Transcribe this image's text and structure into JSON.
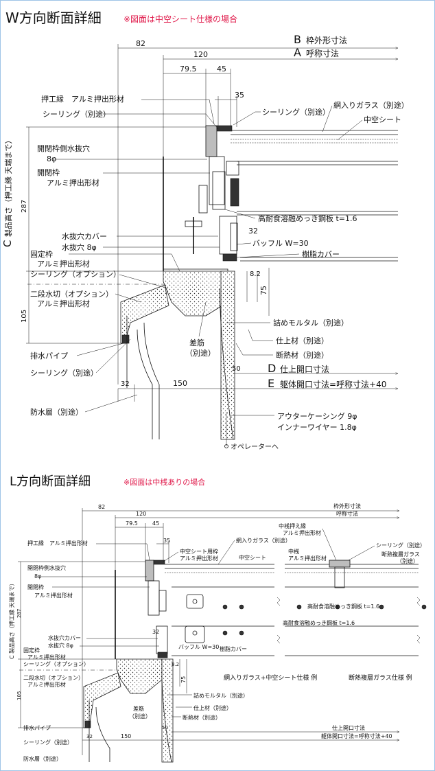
{
  "w_section": {
    "title": "W方向断面詳細",
    "note": "※図面は中空シート仕様の場合",
    "dims": {
      "d82": "82",
      "d120": "120",
      "d79_5": "79.5",
      "d45": "45",
      "d35": "35",
      "d32": "32",
      "d150": "150",
      "d50": "50",
      "d75": "75",
      "d32b": "32",
      "d8_2": "8.2",
      "d105": "105",
      "d287": "287"
    },
    "ref_b": {
      "letter": "B",
      "text": "枠外形寸法"
    },
    "ref_a": {
      "letter": "A",
      "text": "呼称寸法"
    },
    "ref_c": {
      "letter": "C",
      "text": "製品高さ（押工縁 天端まで）"
    },
    "ref_d": {
      "letter": "D",
      "text": "仕上開口寸法"
    },
    "ref_e": {
      "letter": "E",
      "text": "躯体開口寸法=呼称寸法+40"
    },
    "labels": {
      "oshi": "押工縁　アルミ押出形材",
      "seal1": "シーリング（別途）",
      "kaihei_hole_1": "開閉枠側水抜穴",
      "kaihei_hole_2": "8φ",
      "kaihei_1": "開閉枠",
      "kaihei_2": "アルミ押出形材",
      "cover_1": "水抜穴カバー",
      "cover_2": "水抜穴 8φ",
      "kotei_1": "固定枠",
      "kotei_2": "アルミ押出形材",
      "seal_opt": "シーリング（オプション）",
      "nidan_1": "二段水切（オプション）",
      "nidan_2": "アルミ押出形材",
      "drain": "排水パイプ",
      "seal2": "シーリング（別途）",
      "bousui": "防水層（別途）",
      "seal_r": "シーリング（別途）",
      "glass": "網入りガラス（別途）",
      "sheet": "中空シート",
      "steel": "高耐食溶融めっき鋼板 t=1.6",
      "baffle": "バッフル W=30",
      "jushi": "樹脂カバー",
      "mortar": "詰めモルタル（別途）",
      "shiage": "仕上材（別途）",
      "dannetsu": "断熱材（別途）",
      "sasuji_1": "差筋",
      "sasuji_2": "（別途）",
      "outer_1": "アウターケーシング 9φ",
      "outer_2": "インナーワイヤー 1.8φ",
      "operator": "オペレーターへ"
    }
  },
  "l_section": {
    "title": "L方向断面詳細",
    "note": "※図面は中桟ありの場合",
    "dims": {
      "d82": "82",
      "d120": "120",
      "d79_5": "79.5",
      "d45": "45",
      "d35": "35",
      "d32": "32",
      "d150": "150",
      "d50": "50",
      "d75": "75",
      "d32b": "32",
      "d8_2": "8.2",
      "d105": "105",
      "d287": "287"
    },
    "labels": {
      "waku": "枠外形寸法",
      "yobi": "呼称寸法",
      "oshi": "押工縁　アルミ押出形材",
      "kaihei_hole_1": "開閉枠側水抜穴",
      "kaihei_hole_2": "8φ",
      "kaihei_1": "開閉枠",
      "kaihei_2": "アルミ押出形材",
      "c_label": "C 製品高さ（押工縁 天端まで）",
      "cover_1": "水抜穴カバー",
      "cover_2": "水抜穴 8φ",
      "kotei_1": "固定枠",
      "kotei_2": "アルミ押出形材",
      "seal_opt": "シーリング（オプション）",
      "nidan_1": "二段水切（オプション）",
      "nidan_2": "アルミ押出形材",
      "drain": "排水パイプ",
      "seal2": "シーリング（別途）",
      "bousui": "防水層（別途）",
      "glass": "網入りガラス（別途）",
      "sheet_oshi_1": "中空シート用枠",
      "sheet_oshi_2": "アルミ押出形材",
      "sheet": "中空シート",
      "naka_oshi_1": "中桟押え縁",
      "naka_oshi_2": "アルミ押出形材",
      "naka_1": "中桟",
      "naka_2": "アルミ押出形材",
      "seal_r": "シーリング（別途）",
      "dannetsu_glass_1": "断熱複層ガラス",
      "dannetsu_glass_2": "（別途）",
      "steel1": "高耐食溶融めっき鋼板 t=1.6",
      "steel2": "高耐食溶融めっき鋼板 t=1.6",
      "baffle": "バッフル W=30",
      "jushi": "樹脂カバー",
      "ex1": "網入りガラス+中空シート仕様 例",
      "ex2": "断熱複層ガラス仕様 例",
      "mortar": "詰めモルタル（別途）",
      "shiage": "仕上材（別途）",
      "dannetsu": "断熱材（別途）",
      "sasuji_1": "差筋",
      "sasuji_2": "（別途）",
      "shiage_kaiko": "仕上開口寸法",
      "kutai_kaiko": "躯体開口寸法=呼称寸法+40"
    }
  }
}
